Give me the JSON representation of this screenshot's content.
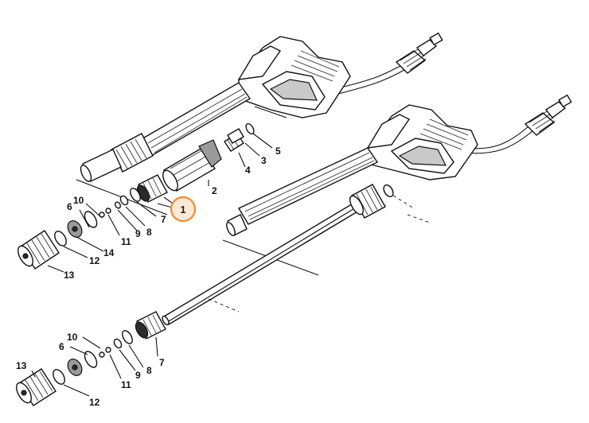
{
  "diagram": {
    "highlight": {
      "label": "1",
      "color": "#f28b2e",
      "fill": "#fde9d8"
    },
    "upper_assembly": {
      "callouts": [
        "2",
        "3",
        "4",
        "5",
        "6",
        "7",
        "8",
        "9",
        "10",
        "11",
        "12",
        "13",
        "14"
      ]
    },
    "lower_assembly": {
      "callouts": [
        "6",
        "7",
        "8",
        "9",
        "10",
        "11",
        "12",
        "13"
      ]
    }
  }
}
